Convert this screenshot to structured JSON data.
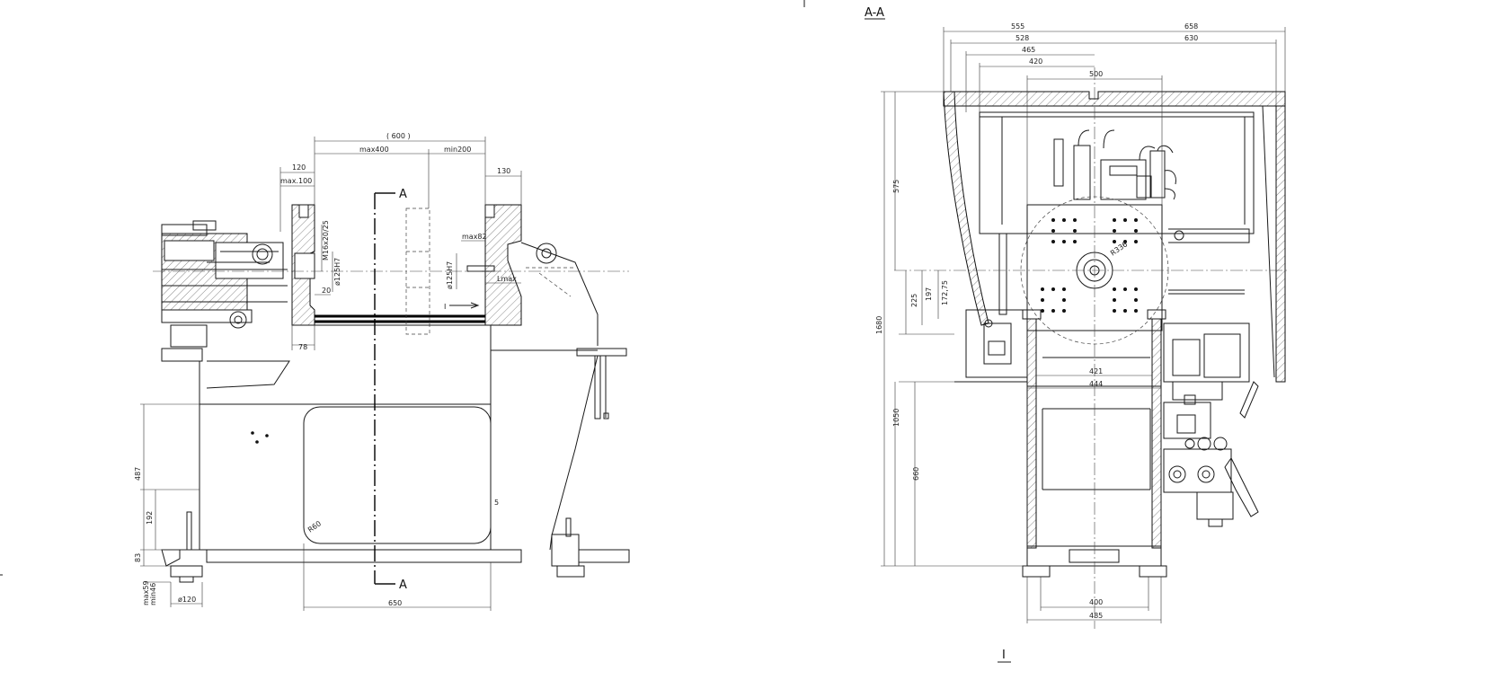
{
  "section_title": "A-A",
  "section_marks": {
    "top": "A",
    "bottom": "A"
  },
  "view_label": "I",
  "flow_label": "I",
  "left_view": {
    "dims": {
      "d600": "( 600 )",
      "dmax400": "max400",
      "dmin200": "min200",
      "d120": "120",
      "dmax100": "max.100",
      "d130": "130",
      "dM16": "M16x20/25",
      "dphi125a": "ø125H7",
      "dphi125b": "ø125H7",
      "dmax82": "max82",
      "dLmax": "Lmax",
      "d20": "20",
      "d78": "78",
      "d487": "487",
      "d192": "192",
      "d83": "83",
      "dmax59": "max59",
      "dmin46": "min46",
      "dphi120": "ø120",
      "d650": "650",
      "dR60": "R60",
      "d5": "5"
    }
  },
  "right_view": {
    "dims": {
      "d555": "555",
      "d658": "658",
      "d528": "528",
      "d630": "630",
      "d465": "465",
      "d420": "420",
      "d500": "500",
      "d575": "575",
      "d1680": "1680",
      "d225": "225",
      "d197": "197",
      "d172": "172,75",
      "d1050": "1050",
      "d660": "660",
      "d421": "421",
      "d444": "444",
      "d400": "400",
      "d485": "485",
      "dR": "R336"
    }
  }
}
